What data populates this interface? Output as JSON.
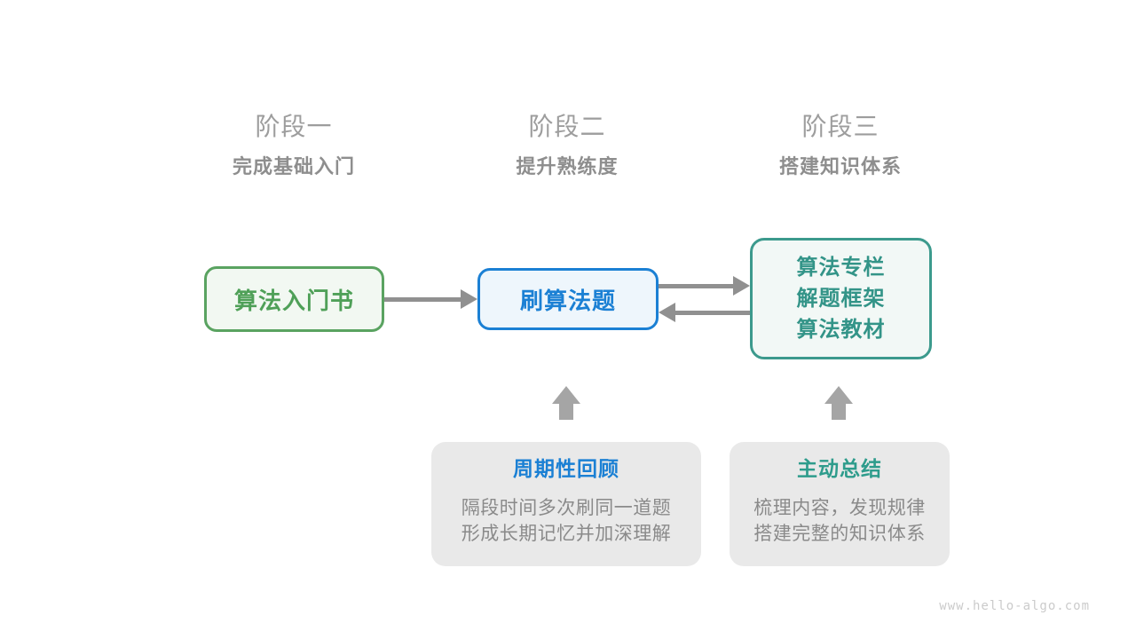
{
  "stages": [
    {
      "label": "阶段一",
      "subtitle": "完成基础入门"
    },
    {
      "label": "阶段二",
      "subtitle": "提升熟练度"
    },
    {
      "label": "阶段三",
      "subtitle": "搭建知识体系"
    }
  ],
  "nodes": {
    "intro_book": {
      "label": "算法入门书"
    },
    "practice": {
      "label": "刷算法题"
    },
    "resources": {
      "lines": [
        "算法专栏",
        "解题框架",
        "算法教材"
      ]
    }
  },
  "callouts": {
    "review": {
      "title": "周期性回顾",
      "lines": [
        "隔段时间多次刷同一道题",
        "形成长期记忆并加深理解"
      ]
    },
    "summarize": {
      "title": "主动总结",
      "lines": [
        "梳理内容，发现规律",
        "搭建完整的知识体系"
      ]
    }
  },
  "watermark": "www.hello-algo.com",
  "colors": {
    "green_accent": "#5aa361",
    "green_text": "#4fa058",
    "green_fill": "#f2f8f2",
    "blue_accent": "#1b80d4",
    "blue_fill": "#eef6fc",
    "teal_accent": "#3c9a8d",
    "teal_text": "#339488",
    "teal_fill": "#f2f8f6",
    "arrow_gray": "#909090",
    "up_arrow_gray": "#a5a5a5",
    "callout_fill": "#e9e9e9",
    "stage_label_gray": "#9d9d9d",
    "stage_subtitle_gray": "#8e8e8e",
    "body_text_gray": "#8a8a8a",
    "watermark_gray": "#cbcbcb"
  }
}
